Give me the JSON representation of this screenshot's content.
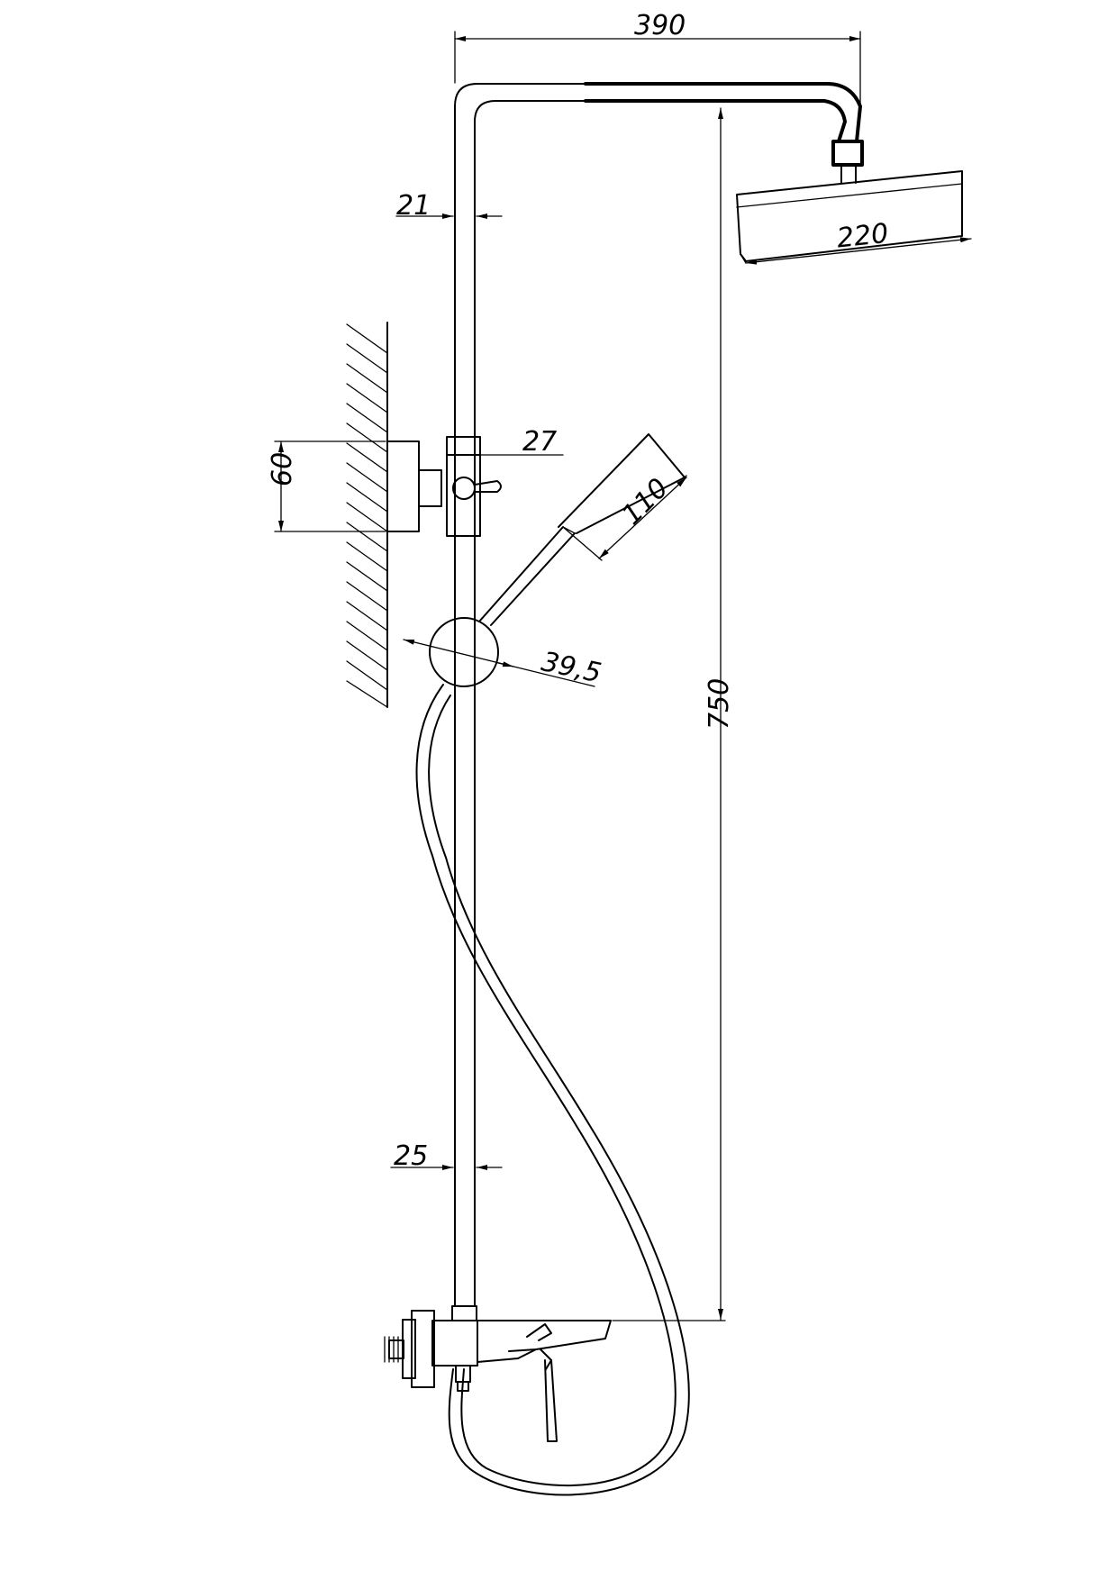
{
  "dimensions": {
    "total_width": "390",
    "head_diameter": "220",
    "pipe_upper": "21",
    "holder_width": "27",
    "bracket_height": "60",
    "hand_shower": "110",
    "slider_diameter": "39,5",
    "pipe_height": "750",
    "pipe_lower": "25"
  }
}
